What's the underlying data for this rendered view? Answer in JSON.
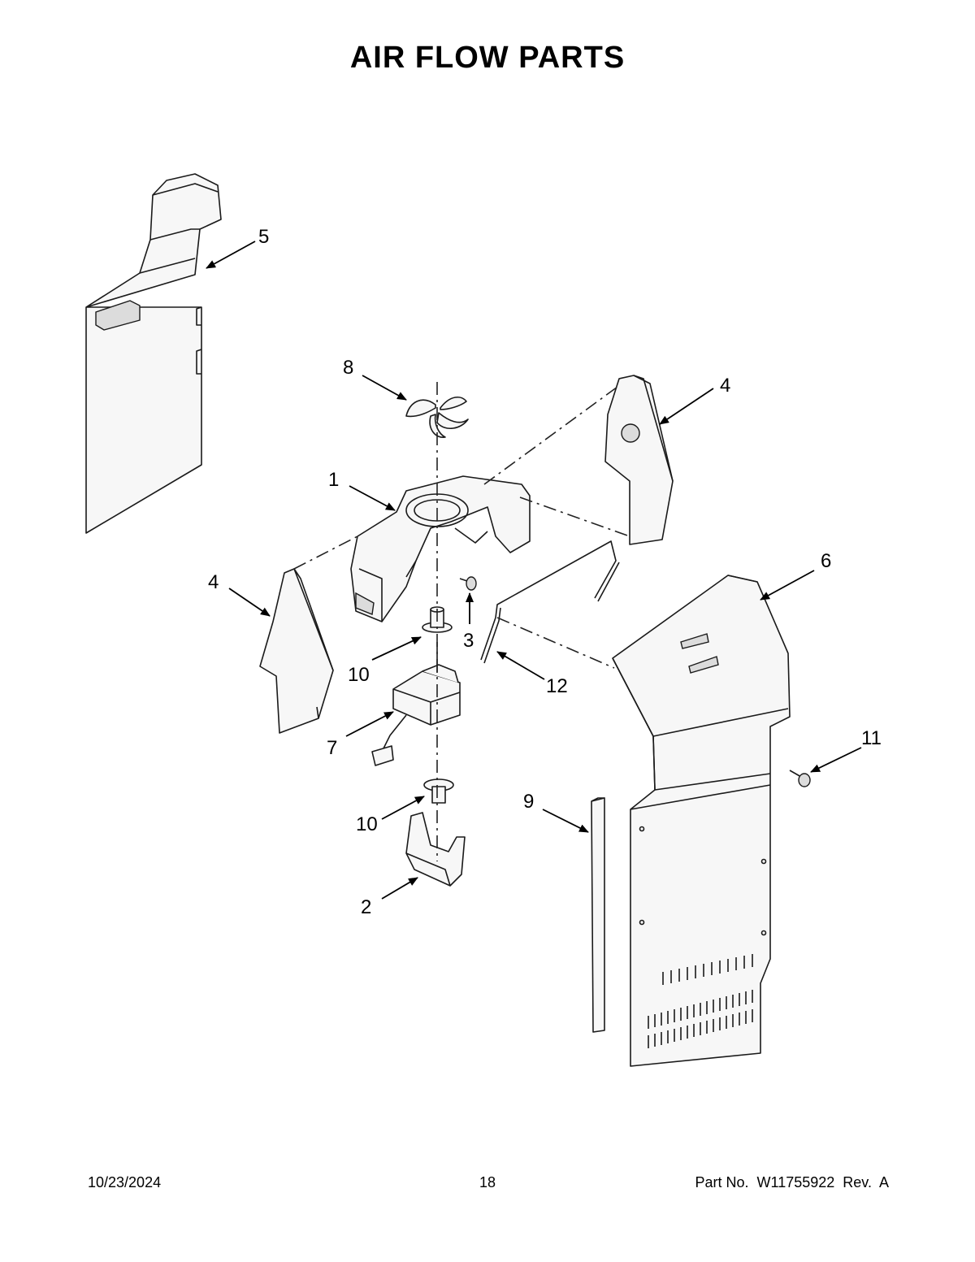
{
  "title": "AIR FLOW PARTS",
  "callouts": {
    "c1": "1",
    "c2": "2",
    "c3": "3",
    "c4a": "4",
    "c4b": "4",
    "c5": "5",
    "c6": "6",
    "c7": "7",
    "c8": "8",
    "c9": "9",
    "c10a": "10",
    "c10b": "10",
    "c11": "11",
    "c12": "12"
  },
  "footer": {
    "date": "10/23/2024",
    "page": "18",
    "part": "Part No.  W11755922  Rev.  A"
  }
}
